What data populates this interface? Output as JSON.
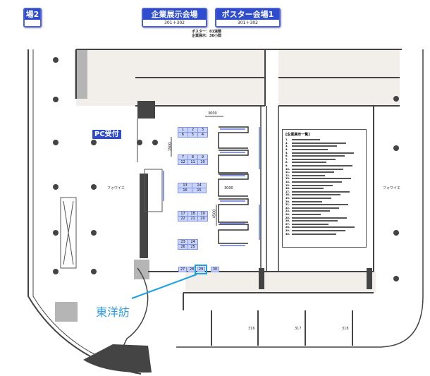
{
  "header": {
    "halls": [
      {
        "title": "場2",
        "sub": ""
      },
      {
        "title": "企業展示会場",
        "sub": "301＋302"
      },
      {
        "title": "ポスター会場1",
        "sub": "301＋302"
      }
    ],
    "stats": [
      "ポスター：81演題",
      "企業展示：30小間"
    ]
  },
  "map": {
    "pc_reception": "PC受付",
    "foyer_left": "フォワイエ",
    "foyer_right": "フォワイエ",
    "rooms": [
      "316",
      "317",
      "318"
    ],
    "dimensions": {
      "top": "3000",
      "left": "1500",
      "middle": "3000",
      "poster": "4500"
    },
    "booth_rows": [
      {
        "cols": 3,
        "booths": [
          "1",
          "2",
          "3",
          "6",
          "5",
          "4"
        ]
      },
      {
        "cols": 3,
        "booths": [
          "7",
          "8",
          "9",
          "12",
          "11",
          "10"
        ]
      },
      {
        "cols": 2,
        "booths": [
          "13",
          "14",
          "16",
          "15"
        ]
      },
      {
        "cols": 3,
        "booths": [
          "17",
          "18",
          "19",
          "22",
          "21",
          "20"
        ]
      },
      {
        "cols": 2,
        "booths": [
          "23",
          "24",
          "26",
          "25"
        ]
      }
    ],
    "bottom_booths": [
      "27",
      "28",
      "29",
      "30"
    ],
    "highlighted_booth": "29",
    "callout_label": "東洋紡",
    "highlight_color": "#1fa3e0"
  },
  "exhibitor_list": {
    "title": "[企業展示一覧]",
    "numbers": [
      "1.",
      "2.",
      "3.",
      "4.",
      "5.",
      "6.",
      "7.",
      "8.",
      "9.",
      "10.",
      "11.",
      "12.",
      "13.",
      "14.",
      "15.",
      "16.",
      "17.",
      "18.",
      "19.",
      "20.",
      "21.",
      "22.",
      "23.",
      "24.",
      "25.",
      "26.",
      "27.",
      "28.",
      "29.",
      "30."
    ]
  }
}
